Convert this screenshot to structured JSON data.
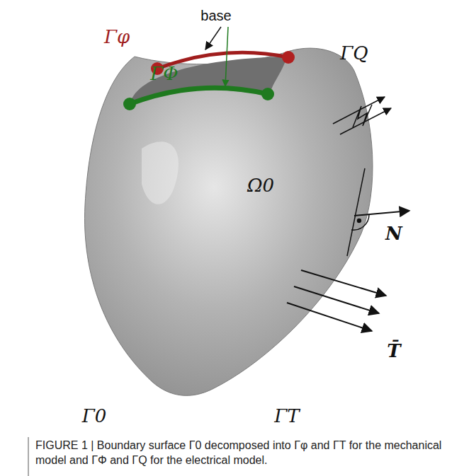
{
  "diagram": {
    "caption": "FIGURE 1 | Boundary surface Γ0 decomposed into Γφ and ΓT for the mechanical model and ΓΦ and ΓQ for the electrical model.",
    "labels": [
      "base",
      "Γφ",
      "ΓQ",
      "ΓΦ",
      "Ω0",
      "N",
      "T̄",
      "Γ0",
      "ΓT"
    ]
  }
}
